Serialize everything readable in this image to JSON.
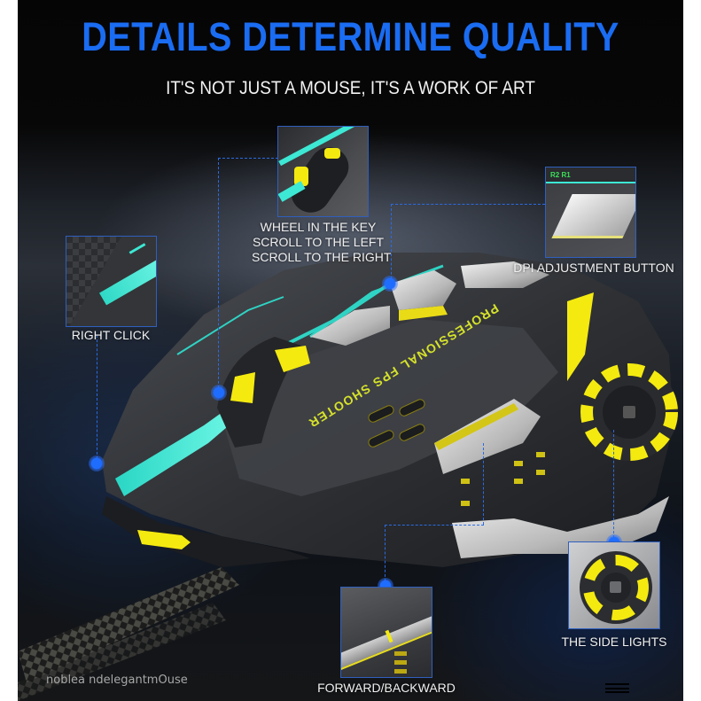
{
  "header": {
    "title": "DETAILS DETERMINE QUALITY",
    "subtitle": "IT'S NOT JUST A MOUSE, IT'S A WORK OF ART"
  },
  "product": {
    "mouse_print": "PROFESSIONAL FPS SHOOTER"
  },
  "callouts": [
    {
      "id": "wheel",
      "label_lines": [
        "WHEEL IN THE KEY",
        "SCROLL TO THE LEFT",
        "SCROLL TO THE RIGHT"
      ]
    },
    {
      "id": "dpi",
      "label": "DPI ADJUSTMENT BUTTON"
    },
    {
      "id": "right-click",
      "label": "RIGHT CLICK"
    },
    {
      "id": "side-lights",
      "label": "THE SIDE LIGHTS"
    },
    {
      "id": "forward-backward",
      "label": "FORWARD/BACKWARD"
    }
  ],
  "footer": {
    "watermark": "noblea ndelegantmOuse",
    "menu_icon": "hamburger-menu-icon"
  },
  "colors": {
    "title_blue": "#1a6cf2",
    "callout_line": "#2c6be0",
    "accent_yellow": "#f4ea10",
    "accent_cyan": "#3de8d4",
    "background": "#0a0a0a"
  }
}
